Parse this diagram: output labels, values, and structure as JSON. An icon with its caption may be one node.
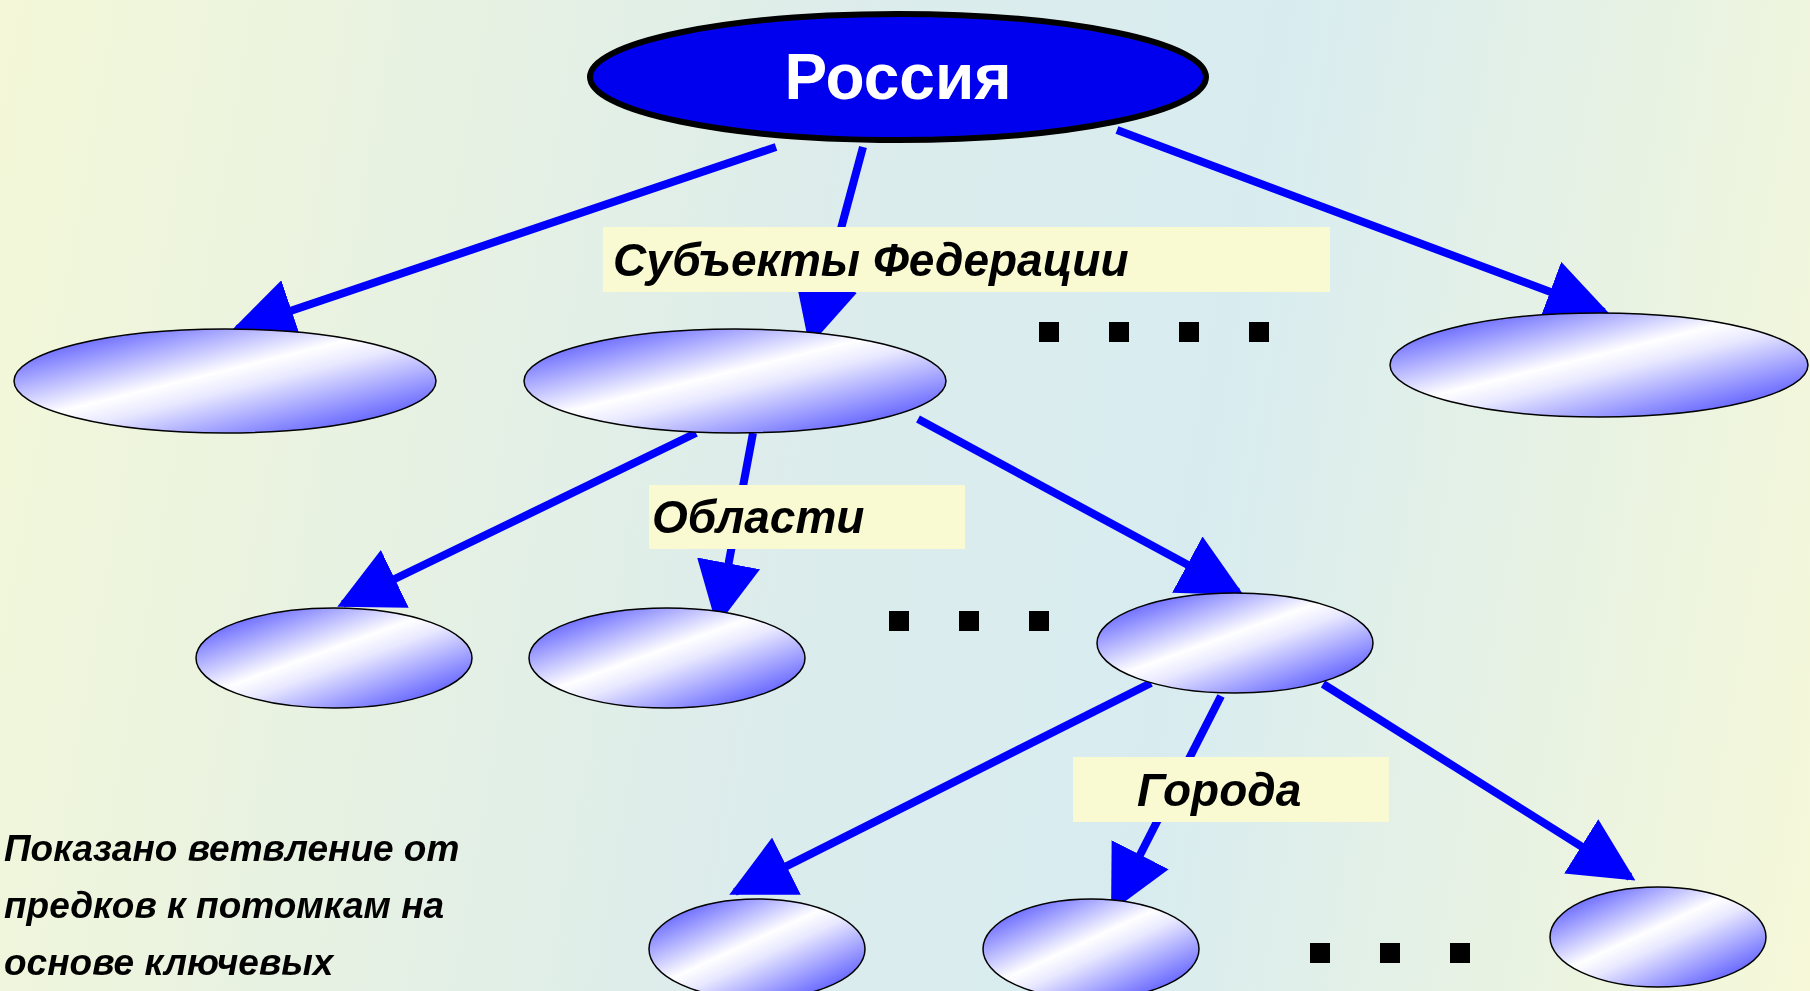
{
  "diagram": {
    "nodes": [
      {
        "text": [
          "Россия"
        ]
      },
      {
        "text": [],
        "shape": "ellipse"
      },
      {
        "text": [],
        "shape": "ellipse"
      },
      {
        "text": [],
        "shape": "ellipse"
      },
      {
        "text": [],
        "shape": "ellipse"
      },
      {
        "text": [],
        "shape": "ellipse"
      },
      {
        "text": [],
        "shape": "ellipse"
      },
      {
        "text": [],
        "shape": "ellipse"
      },
      {
        "text": [],
        "shape": "ellipse"
      },
      {
        "text": [],
        "shape": "ellipse"
      }
    ],
    "edges": [
      {
        "from": 0,
        "to": 1,
        "arrow": "to"
      },
      {
        "from": 0,
        "to": 2,
        "arrow": "to",
        "label": "Субъекты Федерации"
      },
      {
        "from": 0,
        "to": 3,
        "arrow": "to"
      },
      {
        "from": 2,
        "to": 4,
        "arrow": "to"
      },
      {
        "from": 2,
        "to": 5,
        "arrow": "to",
        "label": "Области"
      },
      {
        "from": 2,
        "to": 6,
        "arrow": "to"
      },
      {
        "from": 6,
        "to": 7,
        "arrow": "to"
      },
      {
        "from": 6,
        "to": 8,
        "arrow": "to",
        "label": "Города"
      },
      {
        "from": 6,
        "to": 9,
        "arrow": "to"
      }
    ],
    "labels": [
      "Показано ветвление от предков к потомкам на основе ключевых"
    ]
  }
}
